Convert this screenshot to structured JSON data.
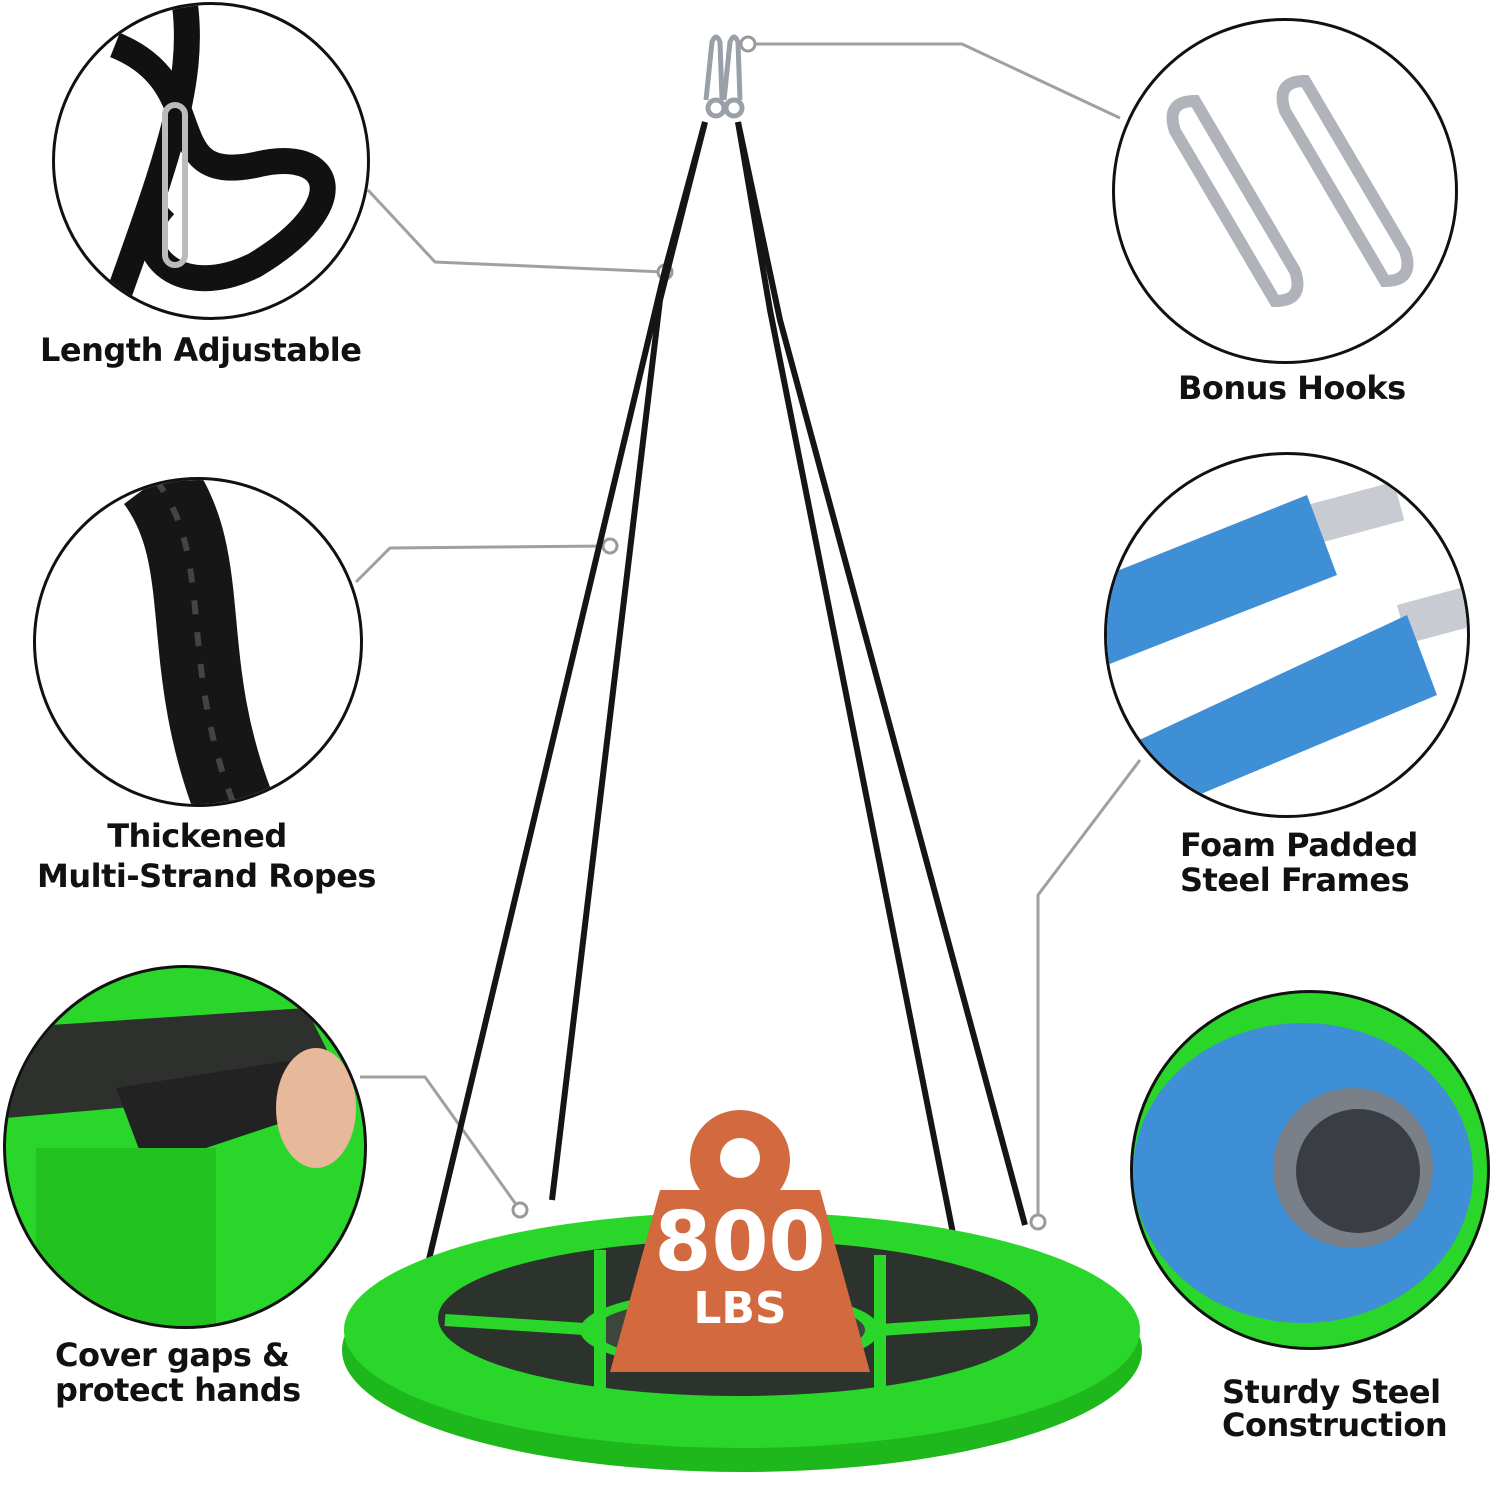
{
  "features": [
    {
      "id": "length",
      "lines": [
        "Length Adjustable"
      ]
    },
    {
      "id": "hooks",
      "lines": [
        "Bonus Hooks"
      ]
    },
    {
      "id": "ropes",
      "lines": [
        "Thickened",
        "Multi-Strand Ropes"
      ]
    },
    {
      "id": "foam",
      "lines": [
        "Foam Padded",
        "Steel Frames"
      ]
    },
    {
      "id": "cover",
      "lines": [
        "Cover gaps &",
        "protect hands"
      ]
    },
    {
      "id": "steel",
      "lines": [
        "Sturdy Steel",
        "Construction"
      ]
    }
  ],
  "badge": {
    "value": "800",
    "unit": "LBS",
    "color": "#d2693f"
  },
  "colors": {
    "swing_green": "#2bd62a",
    "foam_blue": "#3f8fd6",
    "rope": "#151515",
    "connector": "#9a9a9a"
  }
}
